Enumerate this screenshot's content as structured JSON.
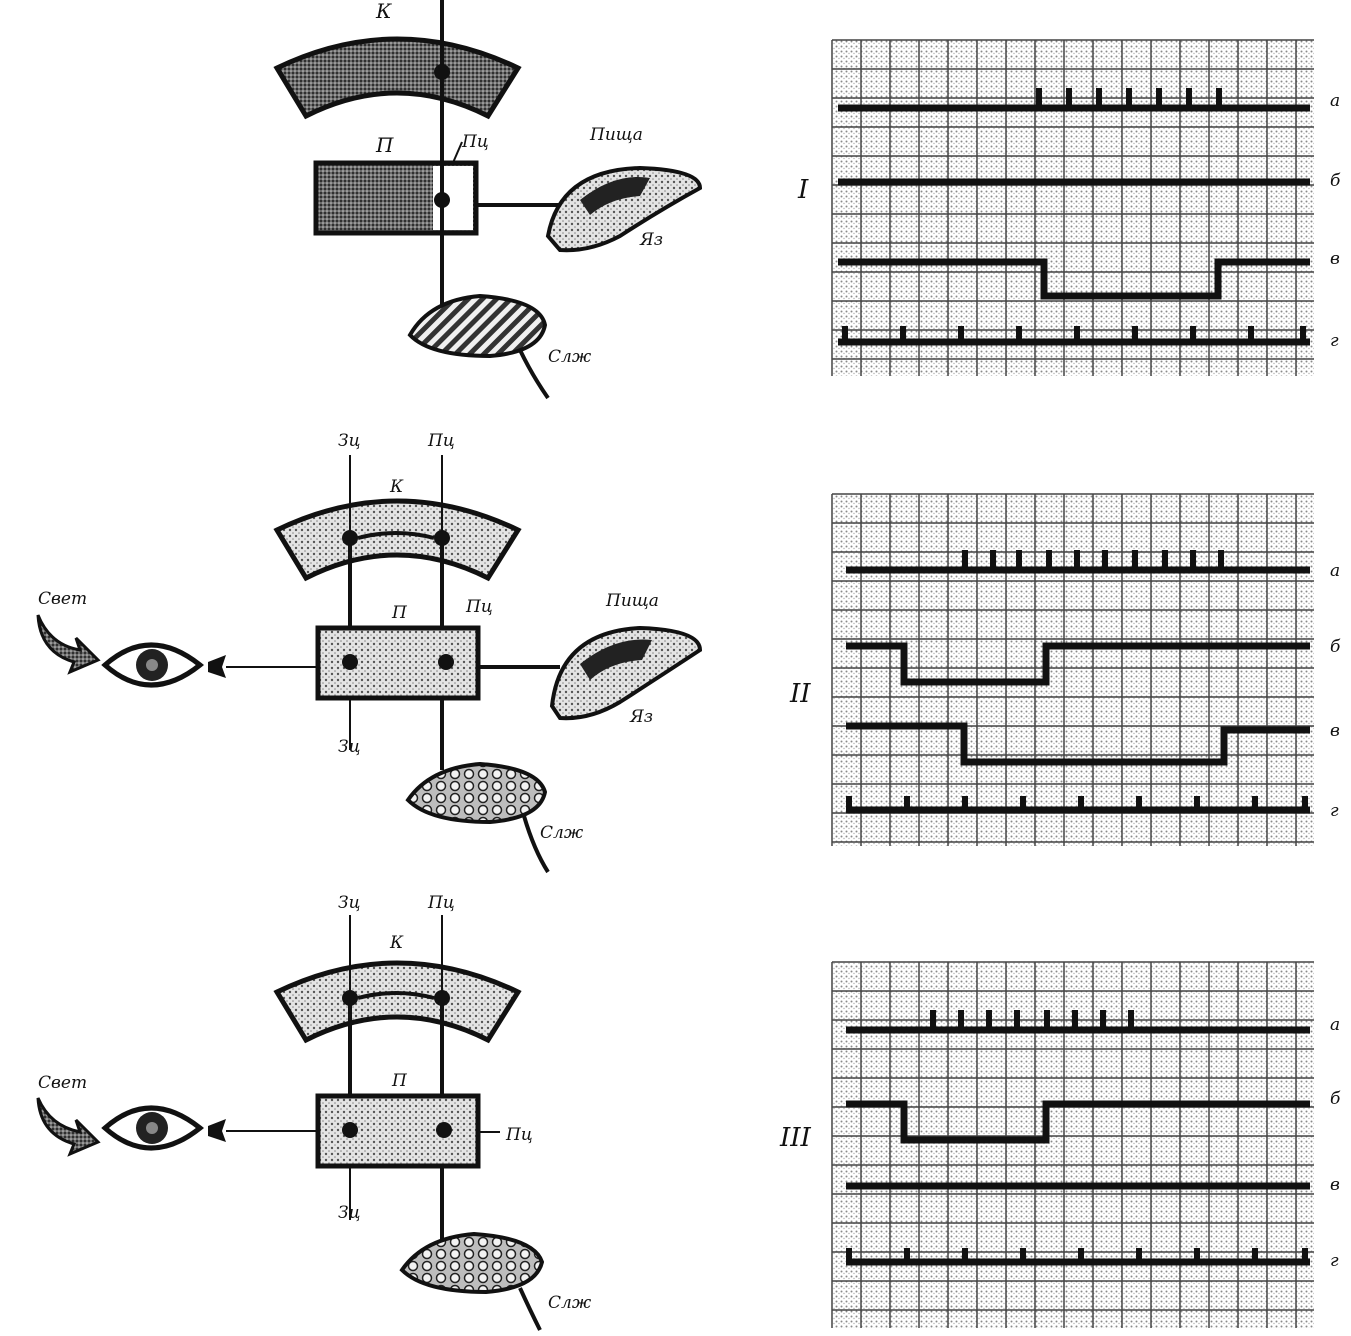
{
  "colors": {
    "ink": "#111111",
    "paper": "#ffffff",
    "grid": "#333333",
    "dots": "#9a9a9a"
  },
  "panels": [
    {
      "roman": "I",
      "labels": {
        "cortex": "К",
        "nucleus": "П",
        "food_neuron": "Пц",
        "food": "Пища",
        "mouth": "Яз",
        "gland": "Слж"
      },
      "trace_labels": [
        "а",
        "б",
        "в",
        "г"
      ]
    },
    {
      "roman": "II",
      "labels": {
        "visual_top": "Зц",
        "food_top": "Пц",
        "cortex": "К",
        "light": "Свет",
        "nucleus": "П",
        "food_neuron": "Пц",
        "food": "Пища",
        "visual_bottom": "Зц",
        "mouth": "Яз",
        "gland": "Слж"
      },
      "trace_labels": [
        "а",
        "б",
        "в",
        "г"
      ]
    },
    {
      "roman": "III",
      "labels": {
        "visual_top": "Зц",
        "food_top": "Пц",
        "cortex": "К",
        "light": "Свет",
        "nucleus": "П",
        "food_neuron": "Пц",
        "visual_bottom": "Зц",
        "gland": "Слж"
      },
      "trace_labels": [
        "а",
        "б",
        "в",
        "г"
      ]
    }
  ]
}
